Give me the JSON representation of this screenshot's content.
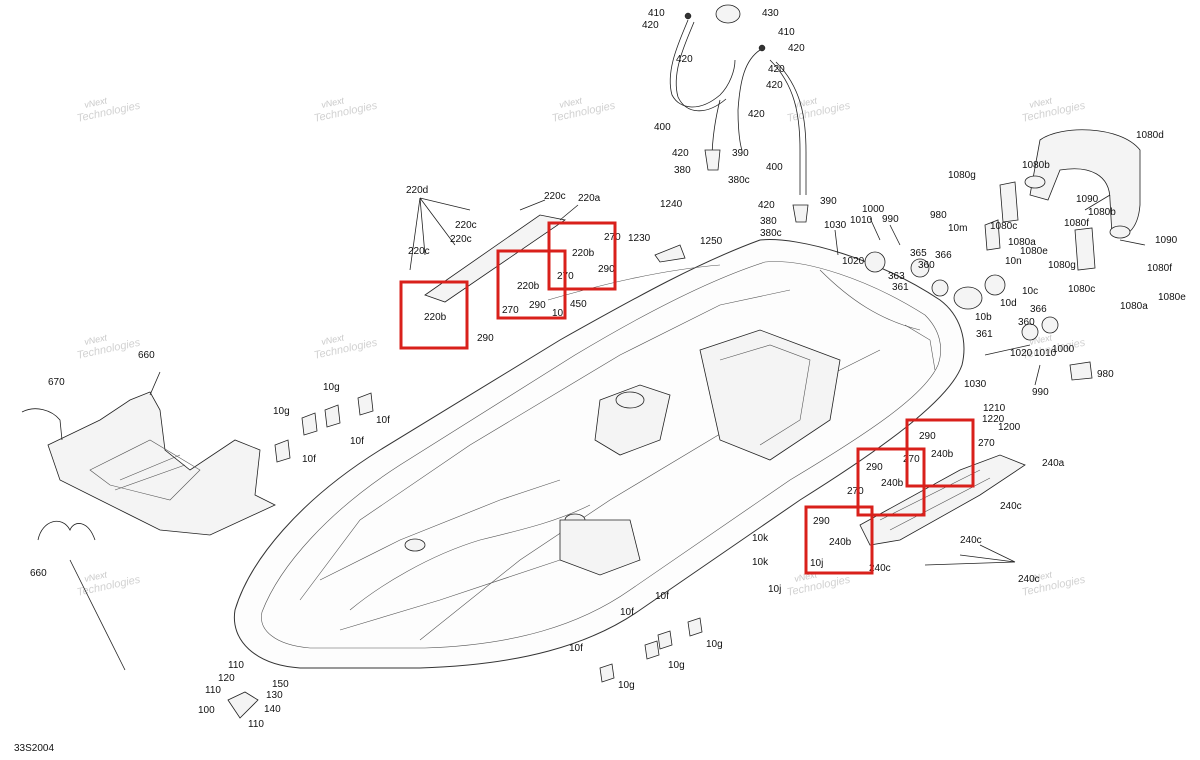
{
  "diagram_id": "33S2004",
  "watermark": {
    "line1": "vNext",
    "line2": "Technologies"
  },
  "labels": [
    {
      "id": "l1",
      "text": "410"
    },
    {
      "id": "l2",
      "text": "420"
    },
    {
      "id": "l3",
      "text": "430"
    },
    {
      "id": "l4",
      "text": "410"
    },
    {
      "id": "l5",
      "text": "420"
    },
    {
      "id": "l6",
      "text": "420"
    },
    {
      "id": "l7",
      "text": "420"
    },
    {
      "id": "l8",
      "text": "420"
    },
    {
      "id": "l9",
      "text": "400"
    },
    {
      "id": "l10",
      "text": "420"
    },
    {
      "id": "l11",
      "text": "400"
    },
    {
      "id": "l12",
      "text": "420"
    },
    {
      "id": "l13",
      "text": "390"
    },
    {
      "id": "l14",
      "text": "380"
    },
    {
      "id": "l15",
      "text": "380c"
    },
    {
      "id": "l16",
      "text": "420"
    },
    {
      "id": "l17",
      "text": "390"
    },
    {
      "id": "l18",
      "text": "380"
    },
    {
      "id": "l19",
      "text": "380c"
    },
    {
      "id": "l20",
      "text": "220d"
    },
    {
      "id": "l21",
      "text": "220c"
    },
    {
      "id": "l22",
      "text": "220a"
    },
    {
      "id": "l23",
      "text": "220c"
    },
    {
      "id": "l24",
      "text": "220c"
    },
    {
      "id": "l25",
      "text": "220c"
    },
    {
      "id": "l26",
      "text": "220b"
    },
    {
      "id": "l27",
      "text": "270"
    },
    {
      "id": "l28",
      "text": "220b"
    },
    {
      "id": "l29",
      "text": "290"
    },
    {
      "id": "l30",
      "text": "270"
    },
    {
      "id": "l31",
      "text": "220b"
    },
    {
      "id": "l32",
      "text": "290"
    },
    {
      "id": "l33",
      "text": "270"
    },
    {
      "id": "l34",
      "text": "450"
    },
    {
      "id": "l35",
      "text": "10"
    },
    {
      "id": "l36",
      "text": "290"
    },
    {
      "id": "l37",
      "text": "1240"
    },
    {
      "id": "l38",
      "text": "1230"
    },
    {
      "id": "l39",
      "text": "1250"
    },
    {
      "id": "l40",
      "text": "1030"
    },
    {
      "id": "l41",
      "text": "1000"
    },
    {
      "id": "l42",
      "text": "1010"
    },
    {
      "id": "l43",
      "text": "990"
    },
    {
      "id": "l44",
      "text": "980"
    },
    {
      "id": "l45",
      "text": "1020"
    },
    {
      "id": "l46",
      "text": "365"
    },
    {
      "id": "l47",
      "text": "363"
    },
    {
      "id": "l48",
      "text": "366"
    },
    {
      "id": "l49",
      "text": "360"
    },
    {
      "id": "l50",
      "text": "361"
    },
    {
      "id": "l51",
      "text": "10m"
    },
    {
      "id": "l52",
      "text": "10n"
    },
    {
      "id": "l53",
      "text": "10c"
    },
    {
      "id": "l54",
      "text": "10d"
    },
    {
      "id": "l55",
      "text": "10b"
    },
    {
      "id": "l56",
      "text": "366"
    },
    {
      "id": "l57",
      "text": "360"
    },
    {
      "id": "l58",
      "text": "361"
    },
    {
      "id": "l59",
      "text": "1020"
    },
    {
      "id": "l60",
      "text": "1030"
    },
    {
      "id": "l61",
      "text": "1010"
    },
    {
      "id": "l62",
      "text": "1000"
    },
    {
      "id": "l63",
      "text": "990"
    },
    {
      "id": "l64",
      "text": "980"
    },
    {
      "id": "l65",
      "text": "1080d"
    },
    {
      "id": "l66",
      "text": "1080g"
    },
    {
      "id": "l67",
      "text": "1080b"
    },
    {
      "id": "l68",
      "text": "1090"
    },
    {
      "id": "l69",
      "text": "1080c"
    },
    {
      "id": "l70",
      "text": "1080f"
    },
    {
      "id": "l71",
      "text": "1080b"
    },
    {
      "id": "l72",
      "text": "1080a"
    },
    {
      "id": "l73",
      "text": "1080e"
    },
    {
      "id": "l74",
      "text": "1090"
    },
    {
      "id": "l75",
      "text": "1080g"
    },
    {
      "id": "l76",
      "text": "1080f"
    },
    {
      "id": "l77",
      "text": "1080c"
    },
    {
      "id": "l78",
      "text": "1080a"
    },
    {
      "id": "l79",
      "text": "1080e"
    },
    {
      "id": "l80",
      "text": "660"
    },
    {
      "id": "l81",
      "text": "670"
    },
    {
      "id": "l82",
      "text": "660"
    },
    {
      "id": "l83",
      "text": "10g"
    },
    {
      "id": "l84",
      "text": "10g"
    },
    {
      "id": "l85",
      "text": "10f"
    },
    {
      "id": "l86",
      "text": "10f"
    },
    {
      "id": "l87",
      "text": "10f"
    },
    {
      "id": "l88",
      "text": "1210"
    },
    {
      "id": "l89",
      "text": "1220"
    },
    {
      "id": "l90",
      "text": "1200"
    },
    {
      "id": "l91",
      "text": "290"
    },
    {
      "id": "l92",
      "text": "270"
    },
    {
      "id": "l93",
      "text": "240b"
    },
    {
      "id": "l94",
      "text": "290"
    },
    {
      "id": "l95",
      "text": "270"
    },
    {
      "id": "l96",
      "text": "240b"
    },
    {
      "id": "l97",
      "text": "270"
    },
    {
      "id": "l98",
      "text": "240a"
    },
    {
      "id": "l99",
      "text": "290"
    },
    {
      "id": "l100",
      "text": "240b"
    },
    {
      "id": "l101",
      "text": "240c"
    },
    {
      "id": "l102",
      "text": "240c"
    },
    {
      "id": "l103",
      "text": "240c"
    },
    {
      "id": "l104",
      "text": "240c"
    },
    {
      "id": "l105",
      "text": "10k"
    },
    {
      "id": "l106",
      "text": "10j"
    },
    {
      "id": "l107",
      "text": "10k"
    },
    {
      "id": "l108",
      "text": "10j"
    },
    {
      "id": "l109",
      "text": "10f"
    },
    {
      "id": "l110",
      "text": "10f"
    },
    {
      "id": "l111",
      "text": "10g"
    },
    {
      "id": "l112",
      "text": "10f"
    },
    {
      "id": "l113",
      "text": "10g"
    },
    {
      "id": "l114",
      "text": "10g"
    },
    {
      "id": "l115",
      "text": "110"
    },
    {
      "id": "l116",
      "text": "120"
    },
    {
      "id": "l117",
      "text": "150"
    },
    {
      "id": "l118",
      "text": "110"
    },
    {
      "id": "l119",
      "text": "130"
    },
    {
      "id": "l120",
      "text": "140"
    },
    {
      "id": "l121",
      "text": "100"
    },
    {
      "id": "l122",
      "text": "110"
    }
  ],
  "highlight_color": "#d9201b"
}
